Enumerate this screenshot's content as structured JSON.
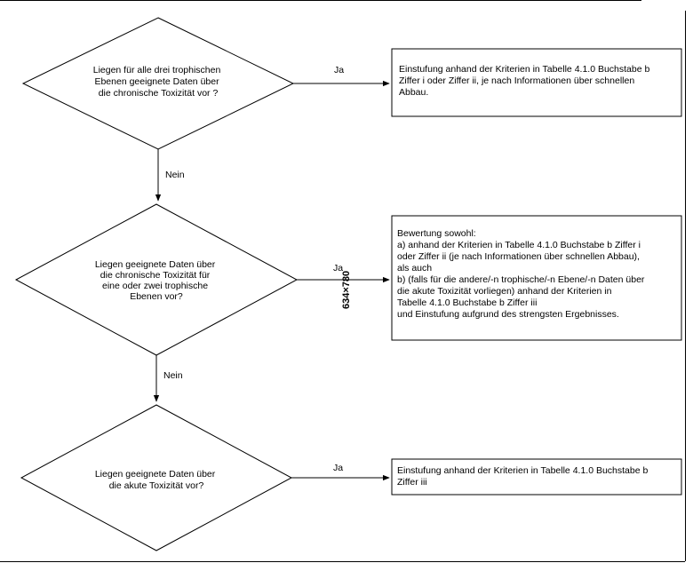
{
  "decisions": [
    {
      "lines": [
        "Liegen für alle drei trophischen",
        "Ebenen geeignete Daten über",
        "die chronische Toxizität vor ?"
      ],
      "yes_label": "Ja",
      "no_label": "Nein"
    },
    {
      "lines": [
        "Liegen geeignete Daten über",
        "die chronische Toxizität für",
        "eine oder zwei trophische",
        "Ebenen vor?"
      ],
      "yes_label": "Ja",
      "no_label": "Nein"
    },
    {
      "lines": [
        "Liegen geeignete Daten über",
        "die akute Toxizität vor?"
      ],
      "yes_label": "Ja"
    }
  ],
  "results": [
    {
      "lines": [
        "Einstufung anhand der Kriterien in Tabelle 4.1.0 Buchstabe b",
        "Ziffer i oder Ziffer ii, je nach Informationen über schnellen",
        "Abbau."
      ]
    },
    {
      "lines": [
        "Bewertung sowohl:",
        "a)  anhand der Kriterien in Tabelle 4.1.0 Buchstabe b Ziffer i",
        "      oder Ziffer ii (je nach Informationen über schnellen Abbau),",
        "      als auch",
        "b)  (falls für die andere/-n trophische/-n Ebene/-n Daten über",
        "      die akute Toxizität vorliegen) anhand der Kriterien in",
        "      Tabelle 4.1.0 Buchstabe b Ziffer iii",
        "und Einstufung aufgrund des strengsten Ergebnisses."
      ]
    },
    {
      "lines": [
        "Einstufung anhand der Kriterien in Tabelle 4.1.0 Buchstabe b",
        "Ziffer iii"
      ]
    }
  ],
  "stamp": "634×780"
}
